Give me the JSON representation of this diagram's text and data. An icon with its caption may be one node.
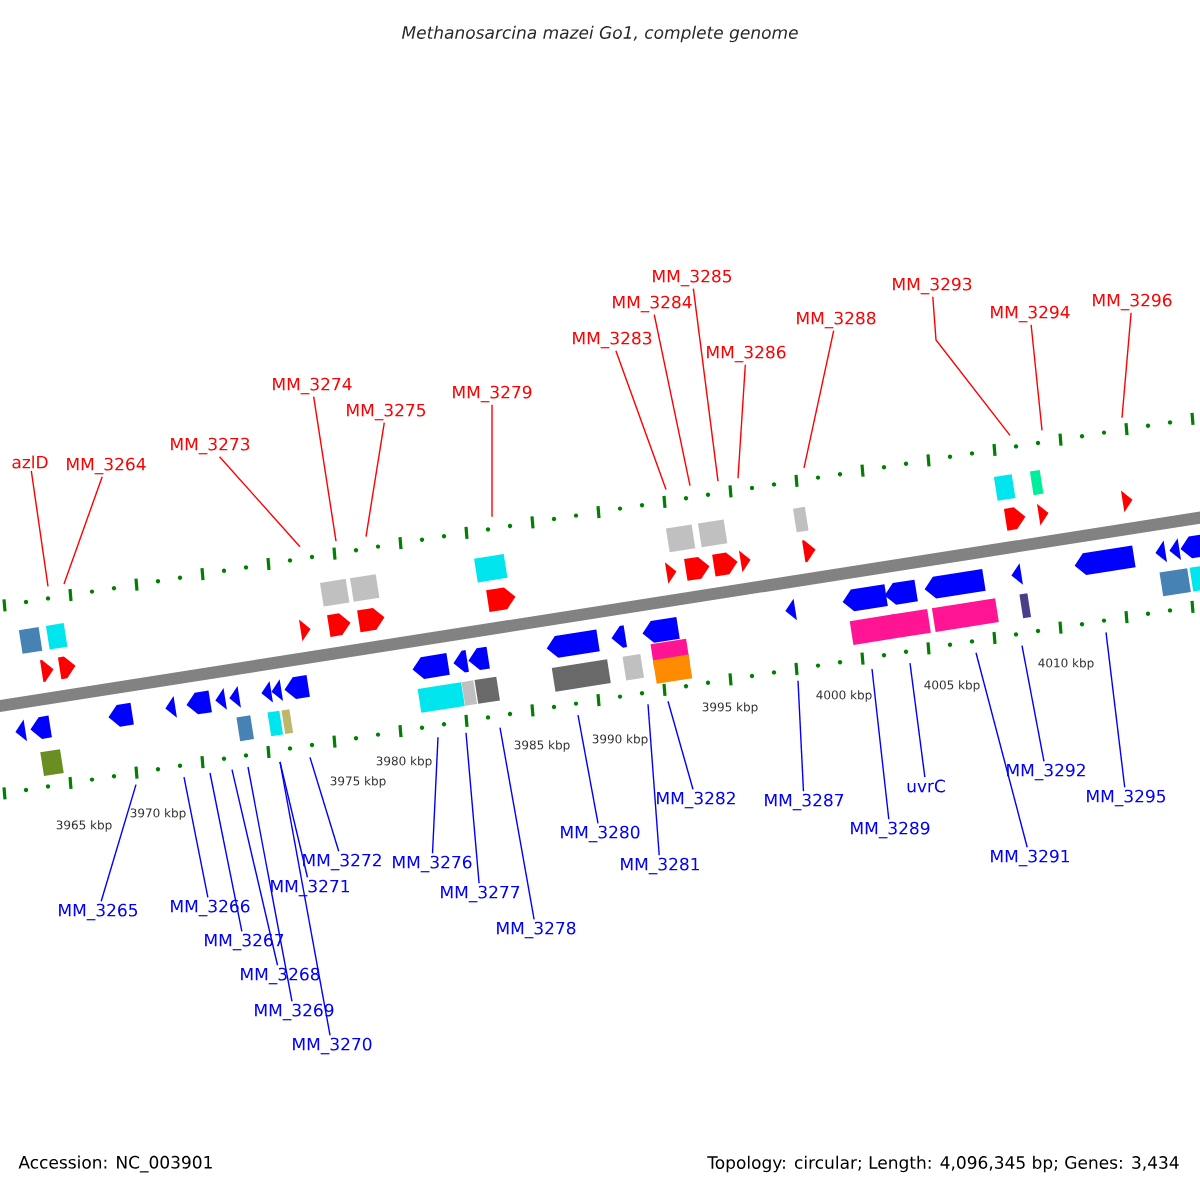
{
  "diagram": {
    "title": "Methanosarcina mazei Go1, complete genome",
    "nodes": [
      {
        "text": [
          "azlD"
        ]
      },
      {
        "text": [
          "MM_3264"
        ]
      },
      {
        "text": [
          "MM_3273"
        ]
      },
      {
        "text": [
          "MM_3274"
        ]
      },
      {
        "text": [
          "MM_3275"
        ]
      },
      {
        "text": [
          "MM_3279"
        ]
      },
      {
        "text": [
          "MM_3283"
        ]
      },
      {
        "text": [
          "MM_3284"
        ]
      },
      {
        "text": [
          "MM_3285"
        ]
      },
      {
        "text": [
          "MM_3286"
        ]
      },
      {
        "text": [
          "MM_3288"
        ]
      },
      {
        "text": [
          "MM_3293"
        ]
      },
      {
        "text": [
          "MM_3294"
        ]
      },
      {
        "text": [
          "MM_3296"
        ]
      },
      {
        "text": [
          "MM_3265"
        ]
      },
      {
        "text": [
          "MM_3266"
        ]
      },
      {
        "text": [
          "MM_3267"
        ]
      },
      {
        "text": [
          "MM_3268"
        ]
      },
      {
        "text": [
          "MM_3269"
        ]
      },
      {
        "text": [
          "MM_3270"
        ]
      },
      {
        "text": [
          "MM_3271"
        ]
      },
      {
        "text": [
          "MM_3272"
        ]
      },
      {
        "text": [
          "MM_3276"
        ]
      },
      {
        "text": [
          "MM_3277"
        ]
      },
      {
        "text": [
          "MM_3278"
        ]
      },
      {
        "text": [
          "MM_3280"
        ]
      },
      {
        "text": [
          "MM_3281"
        ]
      },
      {
        "text": [
          "MM_3282"
        ]
      },
      {
        "text": [
          "MM_3287"
        ]
      },
      {
        "text": [
          "MM_3289"
        ]
      },
      {
        "text": [
          "uvrC"
        ]
      },
      {
        "text": [
          "MM_3291"
        ]
      },
      {
        "text": [
          "MM_3292"
        ]
      },
      {
        "text": [
          "MM_3295"
        ]
      }
    ],
    "edges": [
      {
        "from": 0,
        "to": null,
        "arrow": "none",
        "color": "#ff0000"
      },
      {
        "from": 1,
        "to": null,
        "arrow": "none",
        "color": "#ff0000"
      },
      {
        "from": 2,
        "to": null,
        "arrow": "none",
        "color": "#ff0000"
      },
      {
        "from": 3,
        "to": null,
        "arrow": "none",
        "color": "#ff0000"
      },
      {
        "from": 4,
        "to": null,
        "arrow": "none",
        "color": "#ff0000"
      },
      {
        "from": 5,
        "to": null,
        "arrow": "none",
        "color": "#ff0000"
      },
      {
        "from": 6,
        "to": null,
        "arrow": "none",
        "color": "#ff0000"
      },
      {
        "from": 7,
        "to": null,
        "arrow": "none",
        "color": "#ff0000"
      },
      {
        "from": 8,
        "to": null,
        "arrow": "none",
        "color": "#ff0000"
      },
      {
        "from": 9,
        "to": null,
        "arrow": "none",
        "color": "#ff0000"
      },
      {
        "from": 10,
        "to": null,
        "arrow": "none",
        "color": "#ff0000"
      },
      {
        "from": 11,
        "to": null,
        "arrow": "none",
        "color": "#ff0000"
      },
      {
        "from": 12,
        "to": null,
        "arrow": "none",
        "color": "#ff0000"
      },
      {
        "from": 13,
        "to": null,
        "arrow": "none",
        "color": "#ff0000"
      },
      {
        "from": 14,
        "to": null,
        "arrow": "none"
      },
      {
        "from": 15,
        "to": null,
        "arrow": "none"
      },
      {
        "from": 16,
        "to": null,
        "arrow": "none"
      },
      {
        "from": 17,
        "to": null,
        "arrow": "none"
      },
      {
        "from": 18,
        "to": null,
        "arrow": "none"
      },
      {
        "from": 19,
        "to": null,
        "arrow": "none"
      },
      {
        "from": 20,
        "to": null,
        "arrow": "none"
      },
      {
        "from": 21,
        "to": null,
        "arrow": "none"
      },
      {
        "from": 22,
        "to": null,
        "arrow": "none"
      },
      {
        "from": 23,
        "to": null,
        "arrow": "none"
      },
      {
        "from": 24,
        "to": null,
        "arrow": "none"
      },
      {
        "from": 25,
        "to": null,
        "arrow": "none"
      },
      {
        "from": 26,
        "to": null,
        "arrow": "none"
      },
      {
        "from": 27,
        "to": null,
        "arrow": "none"
      },
      {
        "from": 28,
        "to": null,
        "arrow": "none"
      },
      {
        "from": 29,
        "to": null,
        "arrow": "none"
      },
      {
        "from": 30,
        "to": null,
        "arrow": "none"
      },
      {
        "from": 31,
        "to": null,
        "arrow": "none"
      },
      {
        "from": 32,
        "to": null,
        "arrow": "none"
      },
      {
        "from": 33,
        "to": null,
        "arrow": "none"
      }
    ],
    "labels": [
      "3965 kbp",
      "3970 kbp",
      "3975 kbp",
      "3980 kbp",
      "3985 kbp",
      "3990 kbp",
      "3995 kbp",
      "4000 kbp",
      "4005 kbp",
      "4010 kbp",
      "Accession: NC_003901",
      "Topology: circular; Length: 4,096,345 bp; Genes: 3,434"
    ]
  }
}
